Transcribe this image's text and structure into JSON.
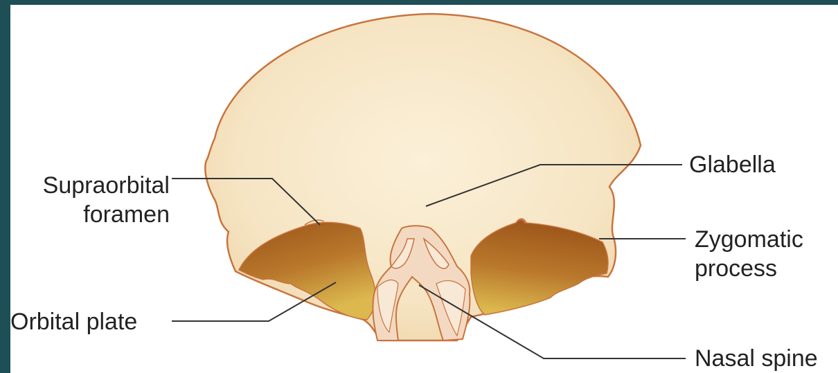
{
  "colors": {
    "background_frame": "#1e4e56",
    "bone_fill": "#f6e5c4",
    "bone_outline": "#c8743e",
    "orbit_dark": "#9a5318",
    "orbit_light": "#d9b14a",
    "leader_line": "#333333",
    "text": "#222222"
  },
  "labels": {
    "glabella": "Glabella",
    "supraorbital_line1": "Supraorbital",
    "supraorbital_line2": "foramen",
    "zygomatic_line1": "Zygomatic",
    "zygomatic_line2": "process",
    "orbital_plate": "Orbital plate",
    "nasal_spine": "Nasal spine"
  }
}
